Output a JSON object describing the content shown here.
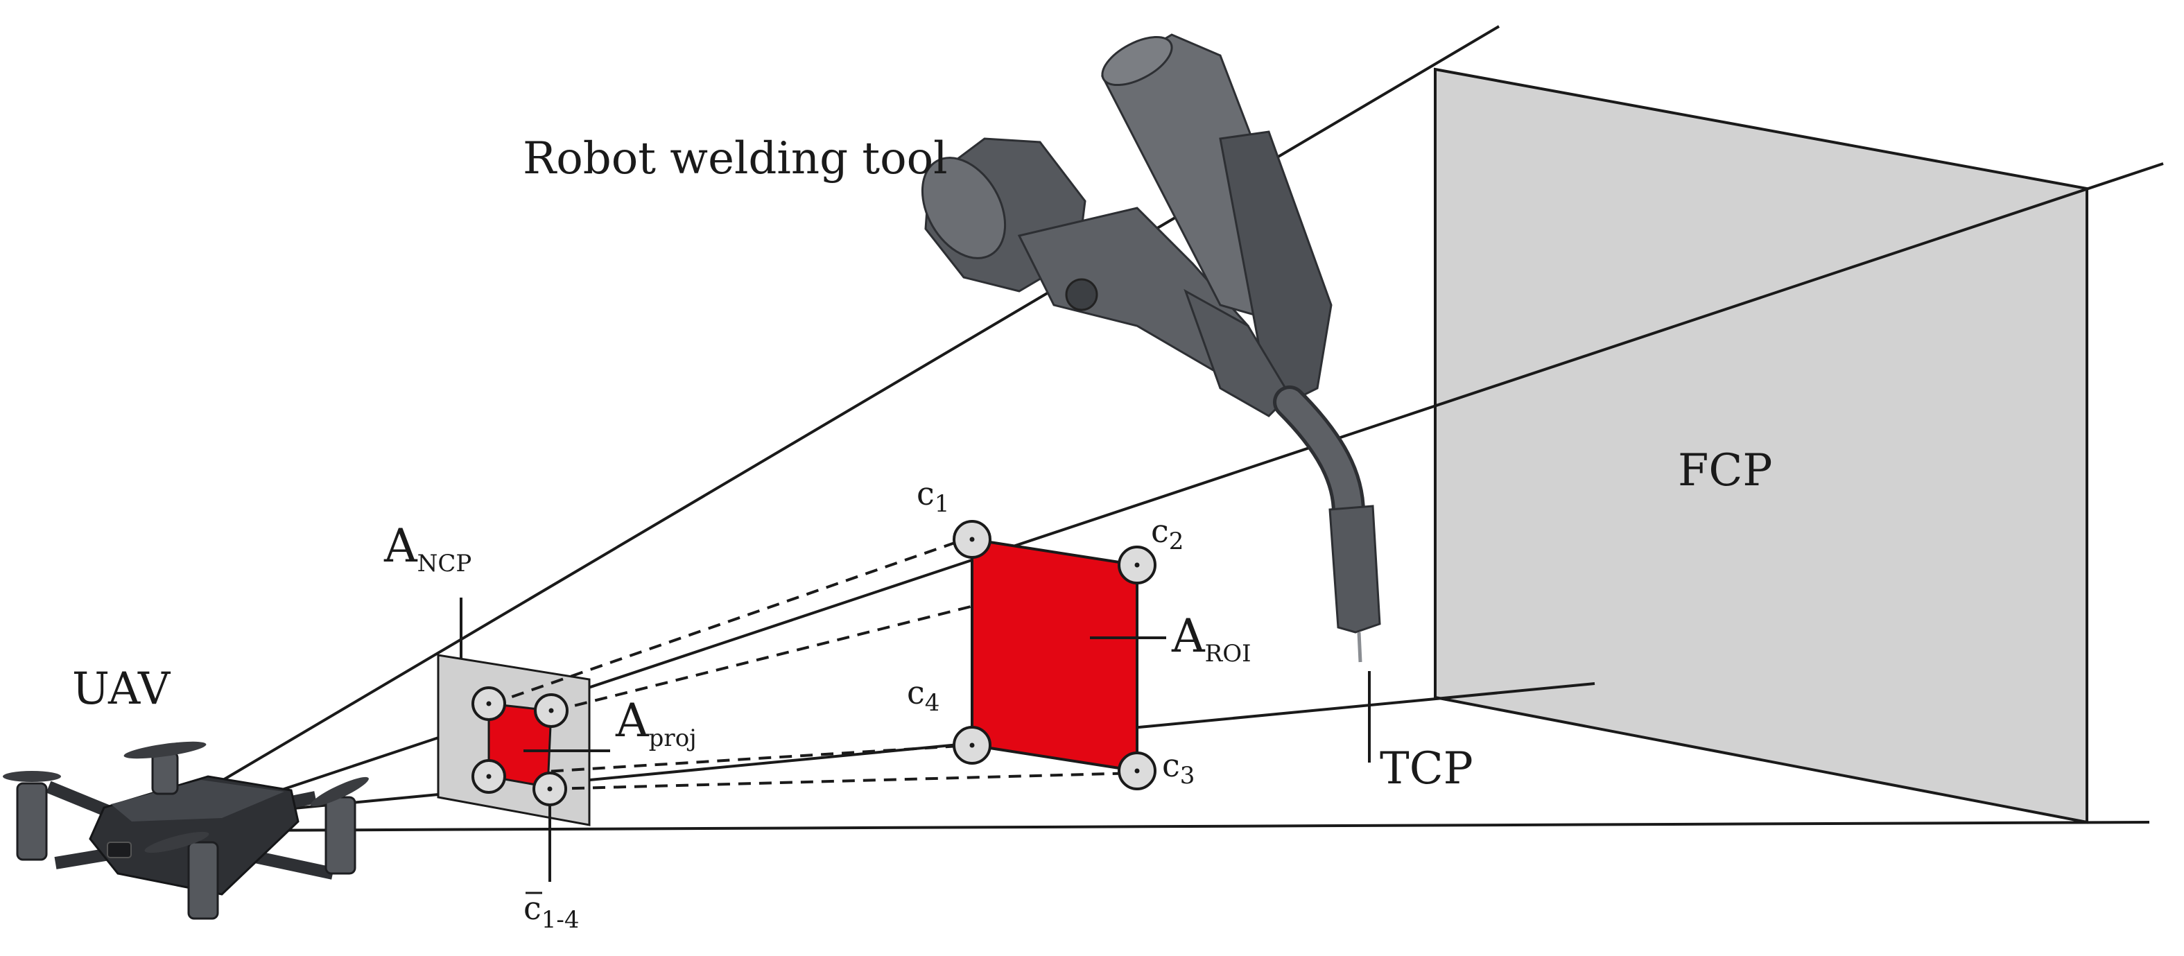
{
  "labels": {
    "robot_tool": "Robot welding tool",
    "fcp": "FCP",
    "uav": "UAV",
    "tcp": "TCP",
    "a_ncp_main": "A",
    "a_ncp_sub": "NCP",
    "a_proj_main": "A",
    "a_proj_sub": "proj",
    "a_roi_main": "A",
    "a_roi_sub": "ROI",
    "c_bar_main": "c",
    "c_bar_sub": "1-4",
    "c1_main": "c",
    "c1_sub": "1",
    "c2_main": "c",
    "c2_sub": "2",
    "c3_main": "c",
    "c3_sub": "3",
    "c4_main": "c",
    "c4_sub": "4"
  },
  "colors": {
    "roi_fill": "#e30613",
    "plane_fill": "#d2d2d2",
    "ncp_fill": "#d0d0d0",
    "tool_dark": "#4a4d52",
    "tool_mid": "#6a6d72",
    "uav_dark": "#2e3034"
  }
}
